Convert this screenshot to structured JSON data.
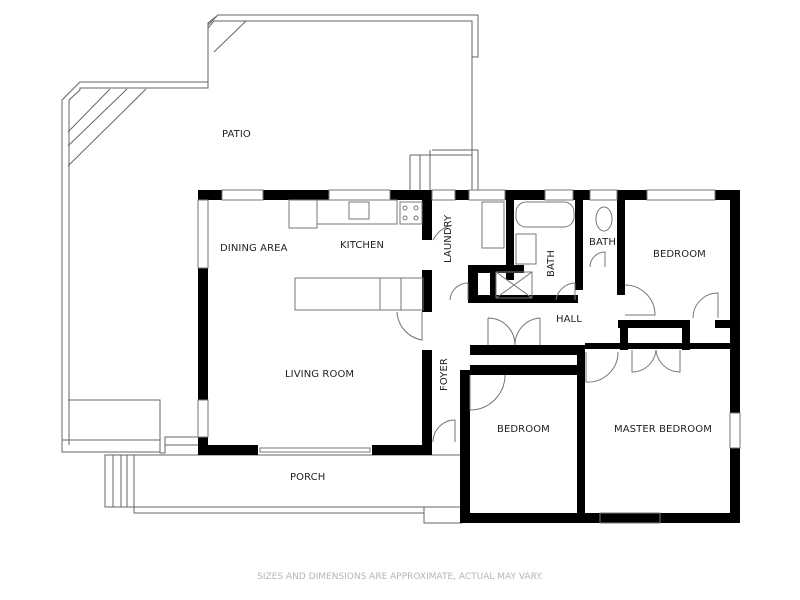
{
  "floorplan": {
    "rooms": {
      "patio": "PATIO",
      "dining_area": "DINING AREA",
      "kitchen": "KITCHEN",
      "laundry": "LAUNDRY",
      "bath_1": "BATH",
      "bath_2": "BATH",
      "bedroom_1": "BEDROOM",
      "hall": "HALL",
      "living_room": "LIVING ROOM",
      "foyer": "FOYER",
      "bedroom_2": "BEDROOM",
      "master_bedroom": "MASTER BEDROOM",
      "porch": "PORCH"
    },
    "disclaimer": "SIZES AND DIMENSIONS ARE APPROXIMATE, ACTUAL MAY VARY.",
    "colors": {
      "wall": "#000000",
      "outline": "#777777",
      "label": "#222222",
      "disclaimer": "#b5b5b5"
    }
  }
}
